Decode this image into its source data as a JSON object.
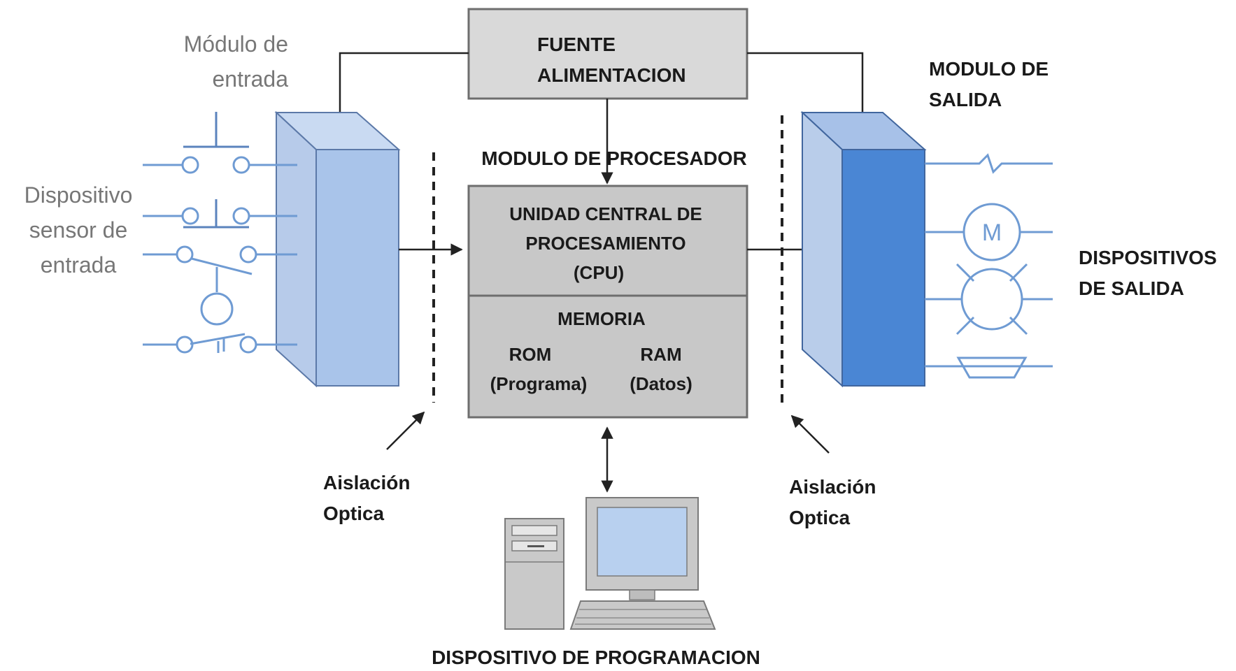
{
  "power_supply": {
    "line1": "FUENTE",
    "line2": "ALIMENTACION"
  },
  "input_module": {
    "line1": "Módulo de",
    "line2": "entrada"
  },
  "input_sensor": {
    "line1": "Dispositivo",
    "line2": "sensor de",
    "line3": "entrada"
  },
  "output_module": {
    "line1": "MODULO DE",
    "line2": "SALIDA"
  },
  "processor_module": {
    "title": "MODULO DE PROCESADOR"
  },
  "cpu": {
    "line1": "UNIDAD CENTRAL DE",
    "line2": "PROCESAMIENTO",
    "line3": "(CPU)"
  },
  "memory": {
    "title": "MEMORIA",
    "rom_line1": "ROM",
    "rom_line2": "(Programa)",
    "ram_line1": "RAM",
    "ram_line2": "(Datos)"
  },
  "output_devices": {
    "line1": "DISPOSITIVOS",
    "line2": "DE SALIDA"
  },
  "motor_symbol": {
    "letter": "M"
  },
  "isolation_left": {
    "line1": "Aislación",
    "line2": "Optica"
  },
  "isolation_right": {
    "line1": "Aislación",
    "line2": "Optica"
  },
  "programming_device": {
    "label": "DISPOSITIVO DE PROGRAMACION"
  },
  "colors": {
    "box_fill": "#c8c8c8",
    "box_border": "#6e6e6e",
    "module_front_in": "#a9c4ea",
    "module_front_out": "#4a86d4",
    "module_side": "#c9daf2",
    "wire": "#6f9bd3",
    "arrow": "#222222"
  }
}
